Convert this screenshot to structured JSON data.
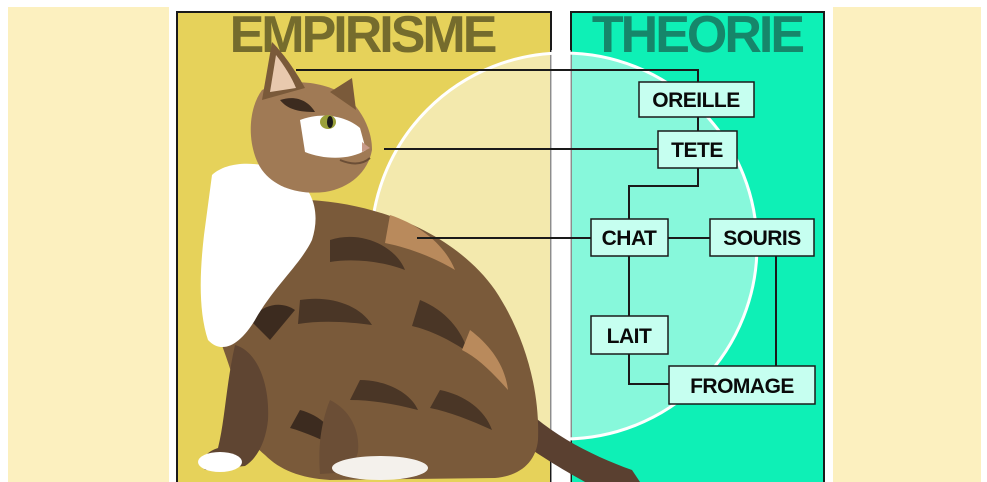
{
  "left_panel": {
    "title": "EMPIRISME",
    "color": "#e6d25a",
    "title_color": "#756c2d"
  },
  "right_panel": {
    "title": "THEORIE",
    "color": "#0ef0b6",
    "title_color": "#16866a"
  },
  "side_background_color": "#fcf0bf",
  "concepts": {
    "oreille": "OREILLE",
    "tete": "TETE",
    "chat": "CHAT",
    "souris": "SOURIS",
    "lait": "LAIT",
    "fromage": "FROMAGE"
  },
  "picture": {
    "subject": "cat-photo",
    "fur_colors": [
      "#7a5a3a",
      "#4a3626",
      "#b98a5c",
      "#ffffff"
    ]
  }
}
